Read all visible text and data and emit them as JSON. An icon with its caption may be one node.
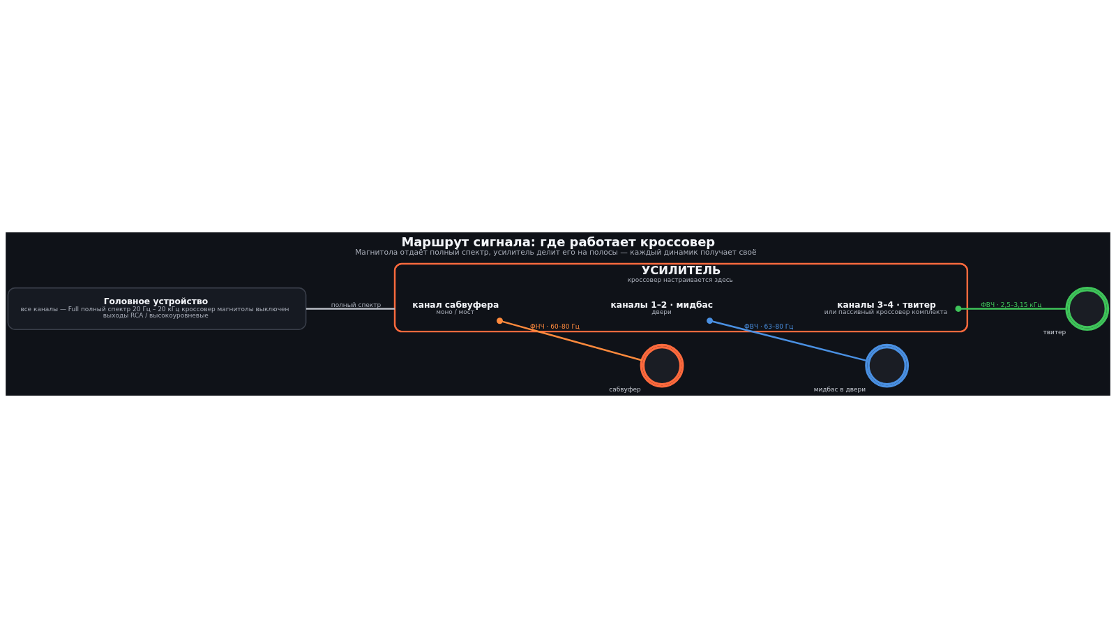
{
  "diagram": {
    "title": "Маршрут сигнала: где работает кроссовер",
    "caption": "Магнитола отдаёт полный спектр, усилитель делит его на полосы — каждый динамик получает своё",
    "nodes": [
      {
        "text": [
          "Головное устройство",
          "все каналы — Full полный спектр 20 Гц – 20 кГц кроссовер магнитолы выключен",
          "выходы RCA / высокоуровневые"
        ]
      },
      {
        "text": [
          "УСИЛИТЕЛЬ",
          "кроссовер настраивается здесь"
        ]
      },
      {
        "text": [
          "канал сабвуфера",
          "моно / мост"
        ],
        "in": 1
      },
      {
        "text": [
          "каналы 1–2 · мидбас",
          "двери"
        ],
        "in": 1
      },
      {
        "text": [
          "каналы 3–4 · твитер",
          "или пассивный кроссовер комплекта"
        ],
        "in": 1
      },
      {
        "text": [],
        "shape": "circle",
        "beside": [
          "сабвуфер"
        ]
      },
      {
        "text": [],
        "shape": "circle",
        "beside": [
          "мидбас в двери"
        ]
      },
      {
        "text": [],
        "shape": "circle",
        "beside": [
          "твитер"
        ]
      }
    ],
    "edges": [
      {
        "from": 0,
        "to": 1,
        "arrow": "none",
        "label": "полный спектр"
      },
      {
        "from": 2,
        "to": 5,
        "arrow": "other",
        "label": "ФНЧ · 60–80 Гц",
        "color": "#ff8a3d"
      },
      {
        "from": 3,
        "to": 6,
        "arrow": "other",
        "label": "ФВЧ · 63–80 Гц",
        "color": "#4a90e2"
      },
      {
        "from": 4,
        "to": 7,
        "arrow": "other",
        "label": "ФВЧ · 2,5–3,15 кГц",
        "color": "#3fc45a"
      }
    ]
  }
}
